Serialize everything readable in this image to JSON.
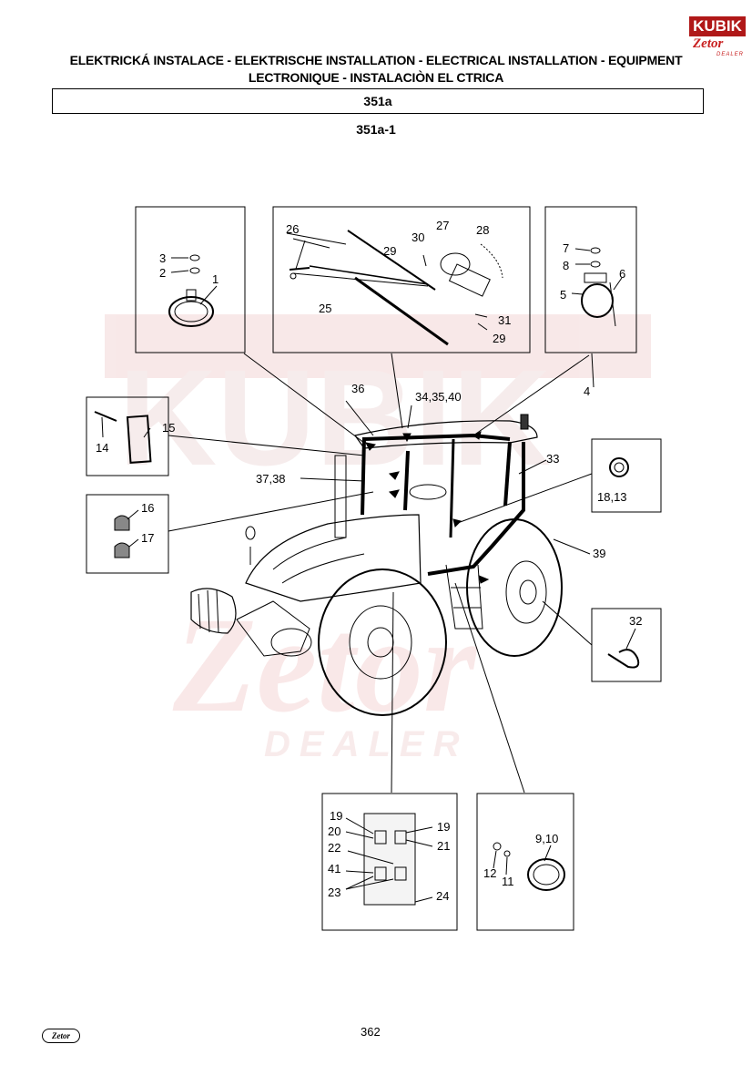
{
  "header": {
    "title_line1": "ELEKTRICKÁ INSTALACE - ELEKTRISCHE INSTALLATION - ELECTRICAL INSTALLATION - EQUIPMENT",
    "title_line2": "LECTRONIQUE - INSTALACIÒN EL  CTRICA",
    "section": "351a",
    "figure": "351a-1"
  },
  "logo": {
    "name": "KUBIK",
    "brand": "Zetor",
    "tag": "DEALER"
  },
  "watermark": {
    "text1": "KUBIK",
    "text2": "Zetor",
    "text3": "DEALER",
    "color": "#f2d4d4"
  },
  "callouts": {
    "c1": "1",
    "c2": "2",
    "c3": "3",
    "c4": "4",
    "c5": "5",
    "c6": "6",
    "c7": "7",
    "c8": "8",
    "c25": "25",
    "c26": "26",
    "c27": "27",
    "c28": "28",
    "c29a": "29",
    "c29b": "29",
    "c30": "30",
    "c31": "31",
    "c14": "14",
    "c15": "15",
    "c16": "16",
    "c17": "17",
    "c36": "36",
    "c34": "34,35,40",
    "c33": "33",
    "c3738": "37,38",
    "c39": "39",
    "c1813": "18,13",
    "c32": "32",
    "c19a": "19",
    "c20": "20",
    "c22": "22",
    "c41": "41",
    "c23": "23",
    "c19b": "19",
    "c21": "21",
    "c24": "24",
    "c910": "9,10",
    "c12": "12",
    "c11": "11"
  },
  "footer": {
    "page": "362",
    "brand": "Zetor"
  }
}
